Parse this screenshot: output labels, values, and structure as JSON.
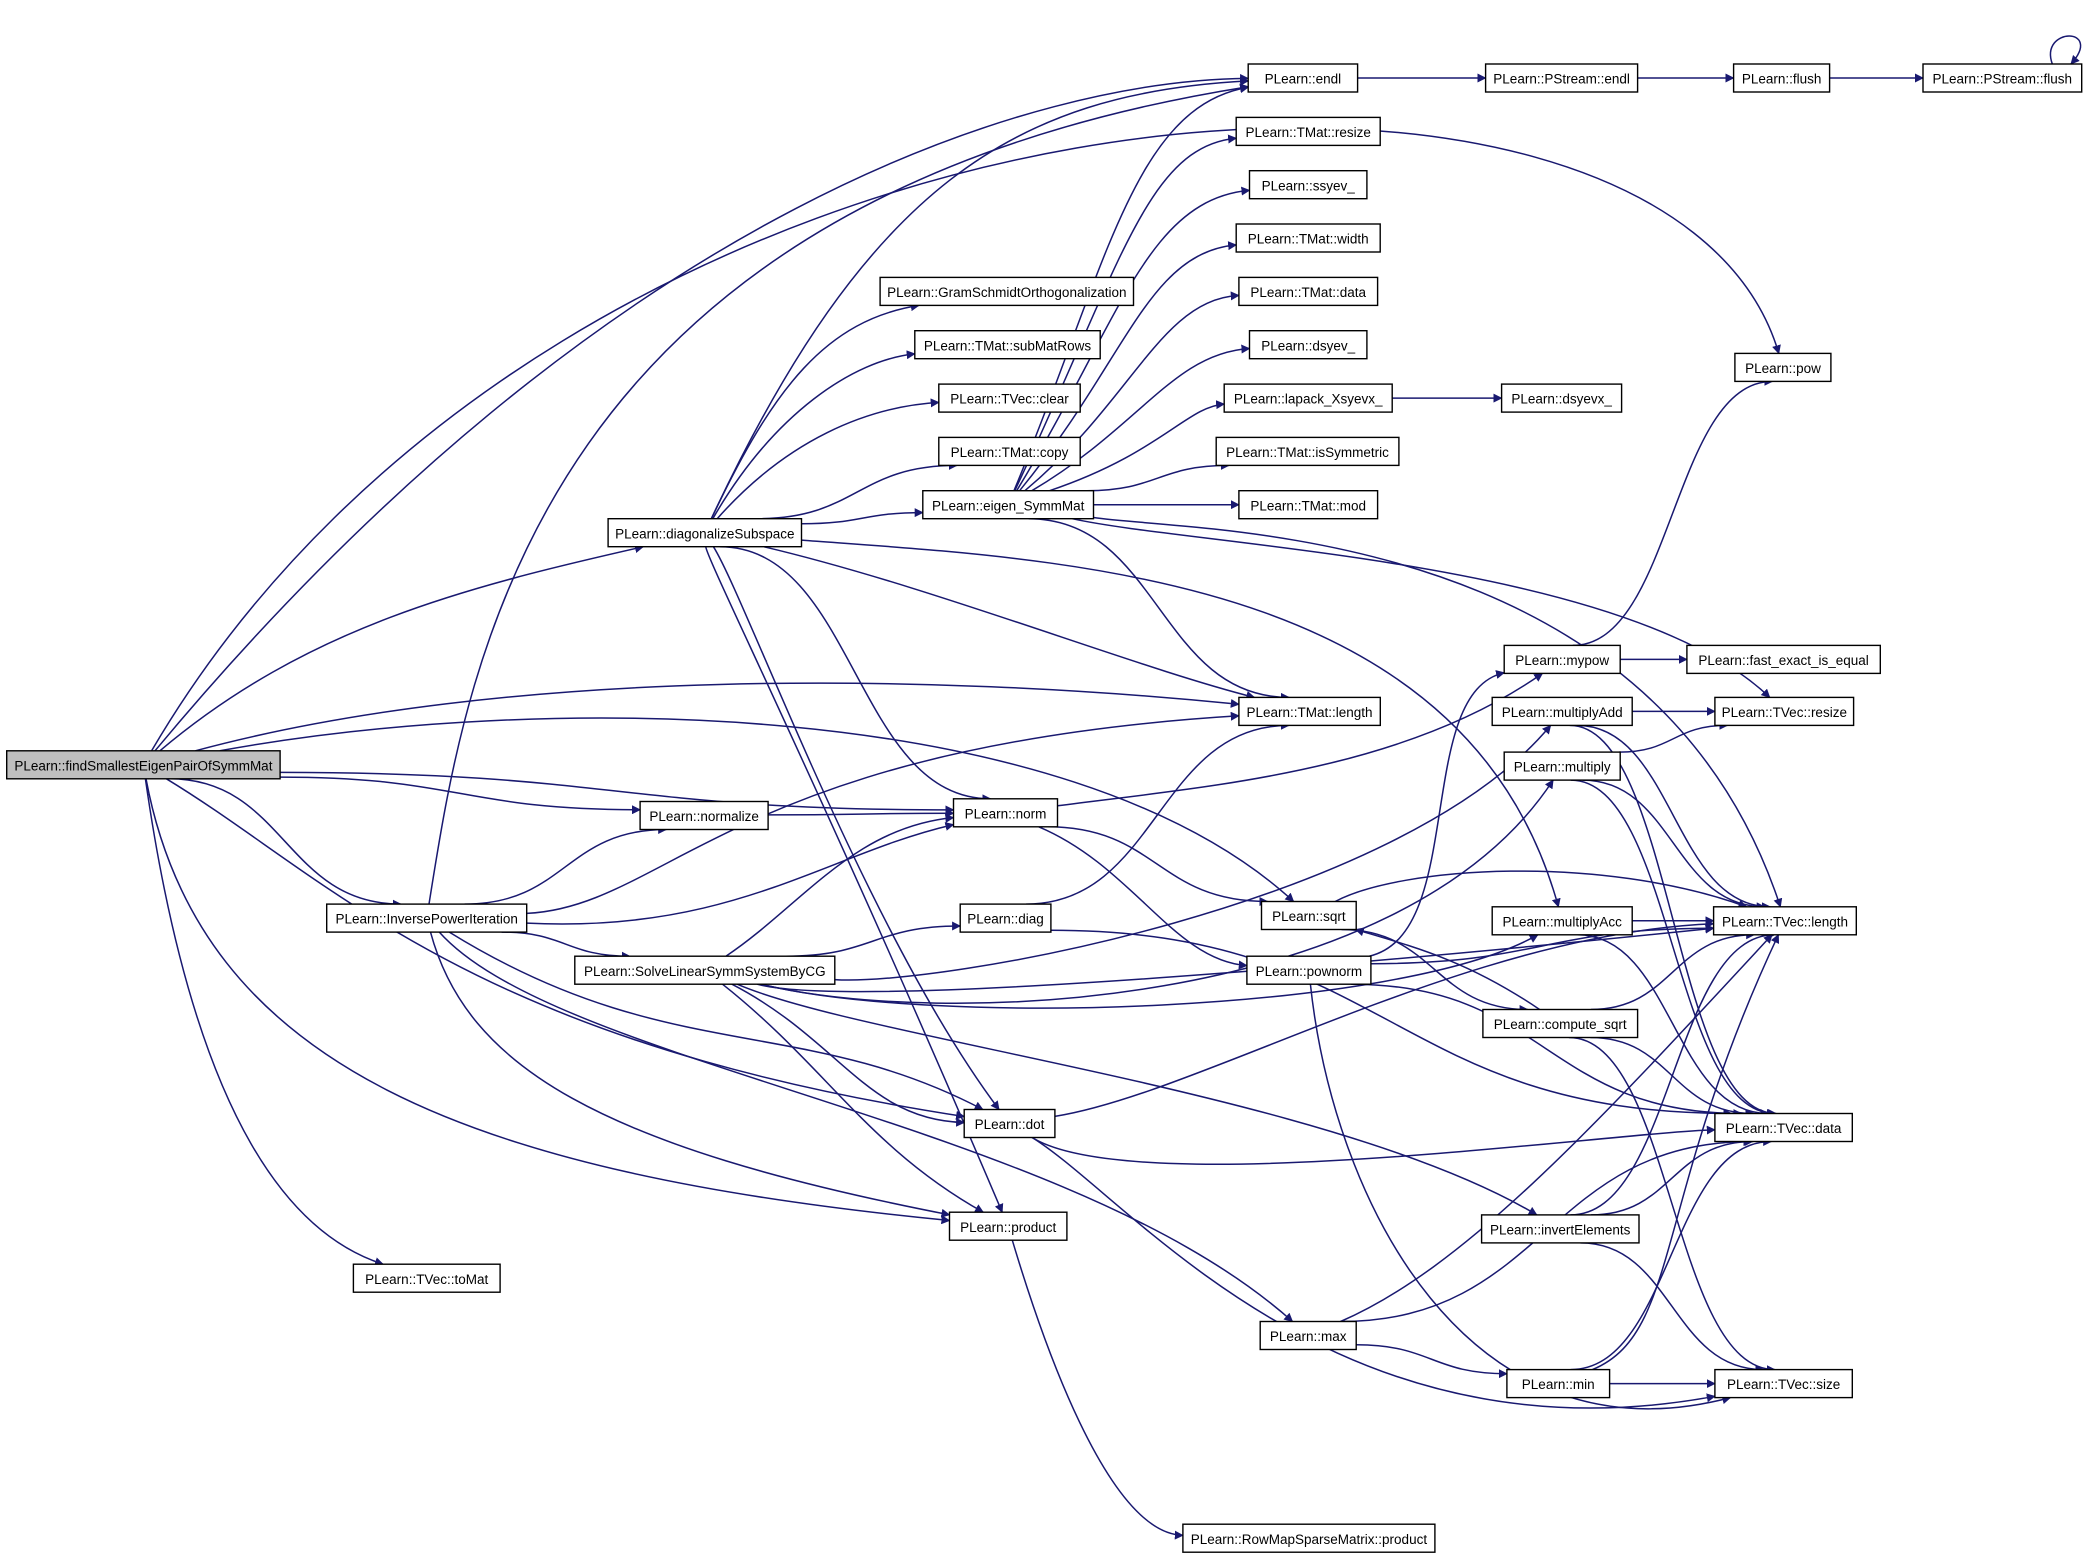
{
  "diagram": {
    "type": "call-graph",
    "edge_color": "#191970",
    "node_fill": "#ffffff",
    "root_fill": "#bfbfbf",
    "nodes": [
      {
        "id": "root",
        "label": "PLearn::findSmallestEigenPairOfSymmMat",
        "root": true
      },
      {
        "id": "endl",
        "label": "PLearn::endl"
      },
      {
        "id": "ps_endl",
        "label": "PLearn::PStream::endl"
      },
      {
        "id": "flush",
        "label": "PLearn::flush"
      },
      {
        "id": "ps_flush",
        "label": "PLearn::PStream::flush"
      },
      {
        "id": "tmat_resize",
        "label": "PLearn::TMat::resize"
      },
      {
        "id": "ssyev",
        "label": "PLearn::ssyev_"
      },
      {
        "id": "tmat_width",
        "label": "PLearn::TMat::width"
      },
      {
        "id": "tmat_data",
        "label": "PLearn::TMat::data"
      },
      {
        "id": "dsyev",
        "label": "PLearn::dsyev_"
      },
      {
        "id": "lapack",
        "label": "PLearn::lapack_Xsyevx_"
      },
      {
        "id": "dsyevx",
        "label": "PLearn::dsyevx_"
      },
      {
        "id": "issym",
        "label": "PLearn::TMat::isSymmetric"
      },
      {
        "id": "tmat_mod",
        "label": "PLearn::TMat::mod"
      },
      {
        "id": "gram",
        "label": "PLearn::GramSchmidtOrthogonalization"
      },
      {
        "id": "submat",
        "label": "PLearn::TMat::subMatRows"
      },
      {
        "id": "tvec_clear",
        "label": "PLearn::TVec::clear"
      },
      {
        "id": "tmat_copy",
        "label": "PLearn::TMat::copy"
      },
      {
        "id": "eigen",
        "label": "PLearn::eigen_SymmMat"
      },
      {
        "id": "diagsub",
        "label": "PLearn::diagonalizeSubspace"
      },
      {
        "id": "pow",
        "label": "PLearn::pow"
      },
      {
        "id": "mypow",
        "label": "PLearn::mypow"
      },
      {
        "id": "fast_eq",
        "label": "PLearn::fast_exact_is_equal"
      },
      {
        "id": "tmat_length",
        "label": "PLearn::TMat::length"
      },
      {
        "id": "multadd",
        "label": "PLearn::multiplyAdd"
      },
      {
        "id": "tvec_resize",
        "label": "PLearn::TVec::resize"
      },
      {
        "id": "multiply",
        "label": "PLearn::multiply"
      },
      {
        "id": "normalize",
        "label": "PLearn::normalize"
      },
      {
        "id": "norm",
        "label": "PLearn::norm"
      },
      {
        "id": "invpow",
        "label": "PLearn::InversePowerIteration"
      },
      {
        "id": "sqrt",
        "label": "PLearn::sqrt"
      },
      {
        "id": "diag",
        "label": "PLearn::diag"
      },
      {
        "id": "multacc",
        "label": "PLearn::multiplyAcc"
      },
      {
        "id": "tvec_length",
        "label": "PLearn::TVec::length"
      },
      {
        "id": "solve",
        "label": "PLearn::SolveLinearSymmSystemByCG"
      },
      {
        "id": "pownorm",
        "label": "PLearn::pownorm"
      },
      {
        "id": "compsqrt",
        "label": "PLearn::compute_sqrt"
      },
      {
        "id": "dot",
        "label": "PLearn::dot"
      },
      {
        "id": "tvec_data",
        "label": "PLearn::TVec::data"
      },
      {
        "id": "product",
        "label": "PLearn::product"
      },
      {
        "id": "inverts",
        "label": "PLearn::invertElements"
      },
      {
        "id": "tomat",
        "label": "PLearn::TVec::toMat"
      },
      {
        "id": "max",
        "label": "PLearn::max"
      },
      {
        "id": "min",
        "label": "PLearn::min"
      },
      {
        "id": "tvec_size",
        "label": "PLearn::TVec::size"
      },
      {
        "id": "rowmap",
        "label": "PLearn::RowMapSparseMatrix::product"
      }
    ],
    "edges": [
      [
        "root",
        "endl"
      ],
      [
        "root",
        "pow"
      ],
      [
        "root",
        "diagsub"
      ],
      [
        "root",
        "tmat_length"
      ],
      [
        "root",
        "sqrt"
      ],
      [
        "root",
        "norm"
      ],
      [
        "root",
        "normalize"
      ],
      [
        "root",
        "invpow"
      ],
      [
        "root",
        "dot"
      ],
      [
        "root",
        "product"
      ],
      [
        "root",
        "tomat"
      ],
      [
        "endl",
        "ps_endl"
      ],
      [
        "ps_endl",
        "flush"
      ],
      [
        "flush",
        "ps_flush"
      ],
      [
        "ps_flush",
        "ps_flush"
      ],
      [
        "diagsub",
        "endl"
      ],
      [
        "diagsub",
        "gram"
      ],
      [
        "diagsub",
        "submat"
      ],
      [
        "diagsub",
        "tvec_clear"
      ],
      [
        "diagsub",
        "tmat_copy"
      ],
      [
        "diagsub",
        "eigen"
      ],
      [
        "diagsub",
        "tmat_length"
      ],
      [
        "diagsub",
        "multacc"
      ],
      [
        "diagsub",
        "norm"
      ],
      [
        "diagsub",
        "dot"
      ],
      [
        "diagsub",
        "product"
      ],
      [
        "eigen",
        "endl"
      ],
      [
        "eigen",
        "tmat_resize"
      ],
      [
        "eigen",
        "ssyev"
      ],
      [
        "eigen",
        "tmat_width"
      ],
      [
        "eigen",
        "tmat_data"
      ],
      [
        "eigen",
        "dsyev"
      ],
      [
        "eigen",
        "lapack"
      ],
      [
        "eigen",
        "issym"
      ],
      [
        "eigen",
        "tmat_mod"
      ],
      [
        "eigen",
        "tmat_length"
      ],
      [
        "eigen",
        "tvec_resize"
      ],
      [
        "eigen",
        "tvec_length"
      ],
      [
        "lapack",
        "dsyevx"
      ],
      [
        "invpow",
        "endl"
      ],
      [
        "invpow",
        "normalize"
      ],
      [
        "invpow",
        "norm"
      ],
      [
        "invpow",
        "tmat_length"
      ],
      [
        "invpow",
        "solve"
      ],
      [
        "invpow",
        "dot"
      ],
      [
        "invpow",
        "product"
      ],
      [
        "invpow",
        "max"
      ],
      [
        "normalize",
        "norm"
      ],
      [
        "norm",
        "mypow"
      ],
      [
        "norm",
        "sqrt"
      ],
      [
        "norm",
        "pownorm"
      ],
      [
        "mypow",
        "pow"
      ],
      [
        "mypow",
        "fast_eq"
      ],
      [
        "solve",
        "norm"
      ],
      [
        "solve",
        "diag"
      ],
      [
        "solve",
        "multadd"
      ],
      [
        "solve",
        "multiply"
      ],
      [
        "solve",
        "tvec_length"
      ],
      [
        "solve",
        "dot"
      ],
      [
        "solve",
        "product"
      ],
      [
        "solve",
        "multacc"
      ],
      [
        "solve",
        "inverts"
      ],
      [
        "diag",
        "tmat_length"
      ],
      [
        "diag",
        "tvec_data"
      ],
      [
        "dot",
        "tvec_length"
      ],
      [
        "dot",
        "tvec_data"
      ],
      [
        "dot",
        "tvec_size"
      ],
      [
        "sqrt",
        "tvec_length"
      ],
      [
        "sqrt",
        "compsqrt"
      ],
      [
        "pownorm",
        "mypow"
      ],
      [
        "pownorm",
        "tvec_length"
      ],
      [
        "pownorm",
        "tvec_data"
      ],
      [
        "pownorm",
        "tvec_size"
      ],
      [
        "compsqrt",
        "sqrt"
      ],
      [
        "compsqrt",
        "tvec_length"
      ],
      [
        "compsqrt",
        "tvec_data"
      ],
      [
        "compsqrt",
        "tvec_size"
      ],
      [
        "multadd",
        "tvec_resize"
      ],
      [
        "multadd",
        "tvec_length"
      ],
      [
        "multadd",
        "tvec_data"
      ],
      [
        "multiply",
        "tvec_resize"
      ],
      [
        "multiply",
        "tvec_length"
      ],
      [
        "multiply",
        "tvec_data"
      ],
      [
        "multacc",
        "tvec_length"
      ],
      [
        "multacc",
        "tvec_data"
      ],
      [
        "inverts",
        "tvec_length"
      ],
      [
        "inverts",
        "tvec_data"
      ],
      [
        "inverts",
        "tvec_size"
      ],
      [
        "max",
        "tvec_length"
      ],
      [
        "max",
        "tvec_data"
      ],
      [
        "max",
        "min"
      ],
      [
        "min",
        "tvec_length"
      ],
      [
        "min",
        "tvec_data"
      ],
      [
        "min",
        "tvec_size"
      ],
      [
        "product",
        "rowmap"
      ]
    ]
  }
}
